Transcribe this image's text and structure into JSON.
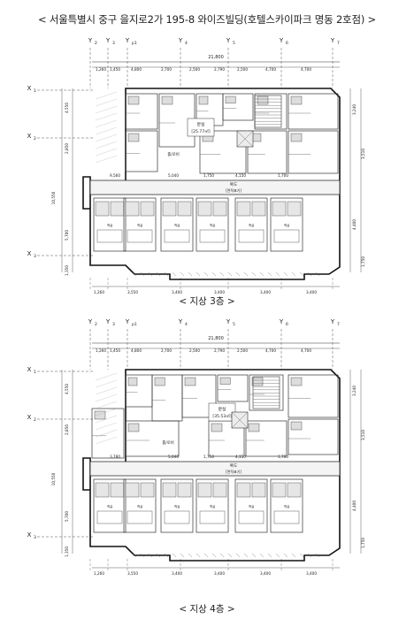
{
  "title": "< 서울특별시 중구 을지로2가 195-8 와이즈빌딩(호텔스카이파크 명동 2호점) >",
  "plans": [
    {
      "caption": "< 지상 3층 >",
      "col_labels": [
        "Y2",
        "Y3",
        "Yp1",
        "Y4",
        "Y5",
        "Y6",
        "Y7"
      ],
      "row_labels": [
        "X1",
        "X2",
        "X3"
      ],
      "overall_dim": "21,800",
      "top_dims": [
        "1,260",
        "1,450",
        "4,800",
        "2,700",
        "2,500",
        "2,790",
        "2,500",
        "4,700",
        "4,700"
      ],
      "bottom_dims": [
        "1,260",
        "3,550",
        "3,400",
        "3,400",
        "3,400",
        "3,400"
      ],
      "left_dims": [
        "4,550",
        "2,850",
        "10,550",
        "5,700",
        "1,350"
      ],
      "right_dims": [
        "3,240",
        "3,510",
        "4,400",
        "1,750"
      ],
      "mid_dims": [
        "9,560",
        "5,040",
        "1,750",
        "4,150",
        "1,700"
      ],
      "area_label": "분실\n[25.77㎡]",
      "corridor_label": "복도\n[면적표기]",
      "hall_label": "홀/로비",
      "room_label": "객실"
    },
    {
      "caption": "< 지상 4층 >",
      "col_labels": [
        "Y2",
        "Y3",
        "Yp1",
        "Y4",
        "Y5",
        "Y6",
        "Y7"
      ],
      "row_labels": [
        "X1",
        "X2",
        "X3"
      ],
      "overall_dim": "21,800",
      "top_dims": [
        "1,260",
        "1,450",
        "4,800",
        "2,700",
        "2,500",
        "2,790",
        "2,500",
        "4,700",
        "4,700"
      ],
      "bottom_dims": [
        "1,260",
        "3,550",
        "3,400",
        "3,400",
        "3,400",
        "3,400"
      ],
      "left_dims": [
        "4,550",
        "2,850",
        "10,550",
        "5,700",
        "1,350"
      ],
      "right_dims": [
        "3,240",
        "3,510",
        "4,400",
        "1,750"
      ],
      "mid_dims": [
        "3,780",
        "5,040",
        "1,750",
        "4,150",
        "1,700"
      ],
      "area_label": "분실\n[35.53㎡]",
      "corridor_label": "복도\n[면적표기]",
      "hall_label": "홀/로비",
      "room_label": "객실"
    }
  ]
}
